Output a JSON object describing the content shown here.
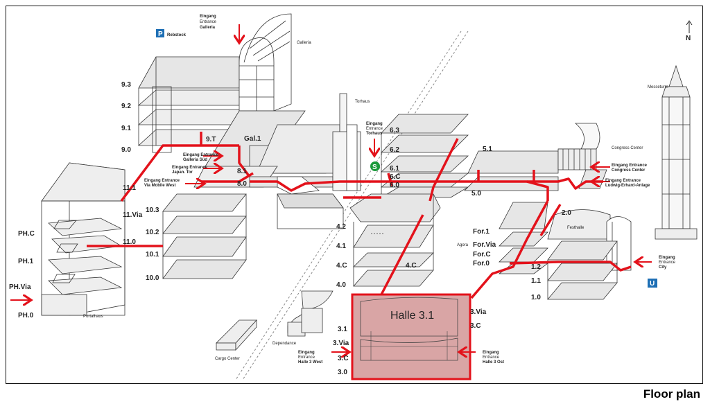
{
  "caption": "Floor plan",
  "compass": "N",
  "highlight": "Halle 3.1",
  "colors": {
    "route": "#e3121b",
    "highlight_fill": "#d9a5a5",
    "highlight_border": "#e3121b",
    "building": "#e6e6e6",
    "outline": "#333333",
    "parking": "#1e6fb5",
    "sbahn": "#1a9a3a",
    "ubahn": "#1e6fb5"
  },
  "parking": {
    "symbol": "P",
    "label": "Rebstock"
  },
  "sbahn": {
    "symbol": "S"
  },
  "ubahn": {
    "symbol": "U"
  },
  "buildings": {
    "galleria": "Galleria",
    "torhaus": "Torhaus",
    "messeturm": "Messeturm",
    "congress_center": "Congress Center",
    "festhalle": "Festhalle",
    "agora": "Agora",
    "dependance": "Dependance",
    "cargo_center": "Cargo Center",
    "portalhaus": "Portalhaus"
  },
  "entrances": {
    "galleria": {
      "line1": "Eingang",
      "line2": "Entrance",
      "line3": "Galleria"
    },
    "galleria_sued": {
      "line1": "Eingang Entrance",
      "line2": "Galleria Süd"
    },
    "japan_tor": {
      "line1": "Eingang Entrance",
      "line2": "Japan. Tor"
    },
    "via_mobile_west": {
      "line1": "Eingang Entrance",
      "line2": "Via Mobile West"
    },
    "torhaus": {
      "line1": "Eingang",
      "line2": "Entrance",
      "line3": "Torhaus"
    },
    "congress_center": {
      "line1": "Eingang Entrance",
      "line2": "Congress Center"
    },
    "ludwig_erhard": {
      "line1": "Eingang Entrance",
      "line2": "Ludwig-Erhard-Anlage"
    },
    "city": {
      "line1": "Eingang",
      "line2": "Entrance",
      "line3": "City"
    },
    "halle3_west": {
      "line1": "Eingang",
      "line2": "Entrance",
      "line3": "Halle 3 West"
    },
    "halle3_ost": {
      "line1": "Eingang",
      "line2": "Entrance",
      "line3": "Halle 3 Ost"
    }
  },
  "levels": {
    "h9": [
      "9.3",
      "9.2",
      "9.1",
      "9.0",
      "9.T"
    ],
    "gal": "Gal.1",
    "h8": [
      "8.1",
      "8.0"
    ],
    "h11": [
      "11.1",
      "11.Via",
      "11.0"
    ],
    "h10": [
      "10.3",
      "10.2",
      "10.1",
      "10.0"
    ],
    "ph": [
      "PH.C",
      "PH.1",
      "PH.Via",
      "PH.0"
    ],
    "h6": [
      "6.3",
      "6.2",
      "6.1",
      "6.C",
      "6.0"
    ],
    "h5": [
      "5.1",
      "5.0"
    ],
    "h4": [
      "4.2",
      "4.1",
      "4.C",
      "4.0",
      "4.C"
    ],
    "for": [
      "For.1",
      "For.Via",
      "For.C",
      "For.0"
    ],
    "h2": "2.0",
    "h1": [
      "1.2",
      "1.1",
      "1.0"
    ],
    "h3_left": [
      "3.1",
      "3.Via",
      "3.C",
      "3.0"
    ],
    "h3_right": [
      "3.Via",
      "3.C"
    ]
  }
}
